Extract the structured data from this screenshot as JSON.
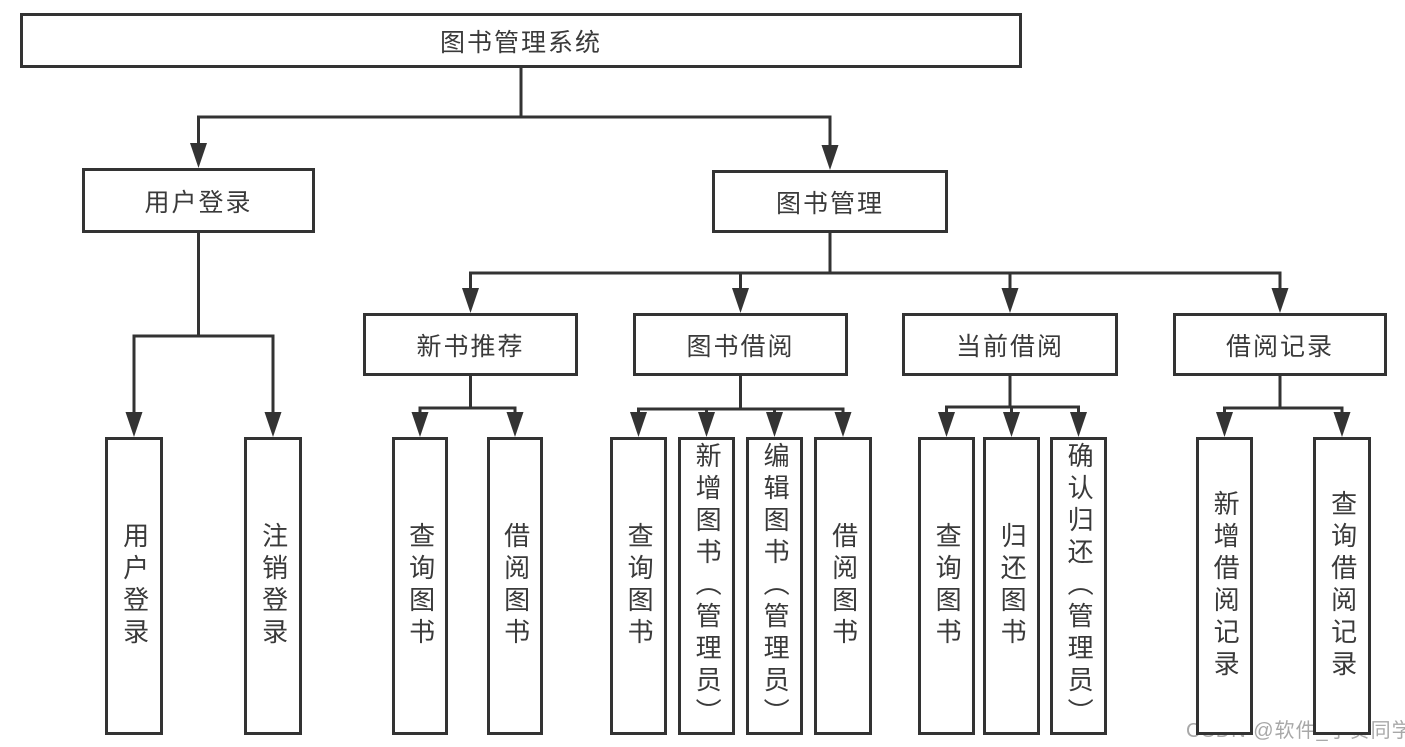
{
  "diagram": {
    "type": "hierarchy-tree",
    "title": "图书管理系统",
    "watermark": "CSDN @软件_小贺同学",
    "colors": {
      "line": "#333333",
      "text": "#3a3a3a",
      "background": "#ffffff",
      "watermark": "#a8a8a8"
    },
    "nodes": [
      {
        "id": "root",
        "label": "图书管理系统",
        "level": 1,
        "text_direction": "horizontal"
      },
      {
        "id": "user-login",
        "label": "用户登录",
        "level": 2,
        "text_direction": "horizontal"
      },
      {
        "id": "book-mgmt",
        "label": "图书管理",
        "level": 2,
        "text_direction": "horizontal"
      },
      {
        "id": "new-book-rec",
        "label": "新书推荐",
        "level": 3,
        "text_direction": "horizontal"
      },
      {
        "id": "book-borrow",
        "label": "图书借阅",
        "level": 3,
        "text_direction": "horizontal"
      },
      {
        "id": "current-borrow",
        "label": "当前借阅",
        "level": 3,
        "text_direction": "horizontal"
      },
      {
        "id": "borrow-records",
        "label": "借阅记录",
        "level": 3,
        "text_direction": "horizontal"
      },
      {
        "id": "leaf-login",
        "label": "用户登录",
        "level": 4,
        "text_direction": "vertical"
      },
      {
        "id": "leaf-logout",
        "label": "注销登录",
        "level": 4,
        "text_direction": "vertical"
      },
      {
        "id": "leaf-nbr-query",
        "label": "查询图书",
        "level": 4,
        "text_direction": "vertical"
      },
      {
        "id": "leaf-nbr-borrow",
        "label": "借阅图书",
        "level": 4,
        "text_direction": "vertical"
      },
      {
        "id": "leaf-bb-query",
        "label": "查询图书",
        "level": 4,
        "text_direction": "vertical"
      },
      {
        "id": "leaf-bb-add",
        "label": "新增图书（管理员）",
        "level": 4,
        "text_direction": "vertical"
      },
      {
        "id": "leaf-bb-edit",
        "label": "编辑图书（管理员）",
        "level": 4,
        "text_direction": "vertical"
      },
      {
        "id": "leaf-bb-borrow",
        "label": "借阅图书",
        "level": 4,
        "text_direction": "vertical"
      },
      {
        "id": "leaf-cb-query",
        "label": "查询图书",
        "level": 4,
        "text_direction": "vertical"
      },
      {
        "id": "leaf-cb-return",
        "label": "归还图书",
        "level": 4,
        "text_direction": "vertical"
      },
      {
        "id": "leaf-cb-confirm",
        "label": "确认归还（管理员）",
        "level": 4,
        "text_direction": "vertical"
      },
      {
        "id": "leaf-br-add",
        "label": "新增借阅记录",
        "level": 4,
        "text_direction": "vertical"
      },
      {
        "id": "leaf-br-query",
        "label": "查询借阅记录",
        "level": 4,
        "text_direction": "vertical"
      }
    ],
    "edges": [
      {
        "from": "root",
        "to": [
          "user-login",
          "book-mgmt"
        ]
      },
      {
        "from": "user-login",
        "to": [
          "leaf-login",
          "leaf-logout"
        ]
      },
      {
        "from": "book-mgmt",
        "to": [
          "new-book-rec",
          "book-borrow",
          "current-borrow",
          "borrow-records"
        ]
      },
      {
        "from": "new-book-rec",
        "to": [
          "leaf-nbr-query",
          "leaf-nbr-borrow"
        ]
      },
      {
        "from": "book-borrow",
        "to": [
          "leaf-bb-query",
          "leaf-bb-add",
          "leaf-bb-edit",
          "leaf-bb-borrow"
        ]
      },
      {
        "from": "current-borrow",
        "to": [
          "leaf-cb-query",
          "leaf-cb-return",
          "leaf-cb-confirm"
        ]
      },
      {
        "from": "borrow-records",
        "to": [
          "leaf-br-add",
          "leaf-br-query"
        ]
      }
    ]
  }
}
